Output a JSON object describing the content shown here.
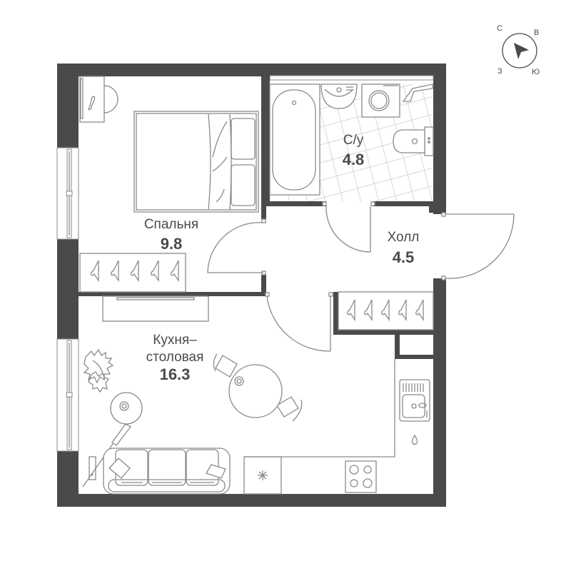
{
  "plan": {
    "rooms": [
      {
        "id": "bedroom",
        "name": "Спальня",
        "area": "9.8"
      },
      {
        "id": "bathroom",
        "name": "С/у",
        "area": "4.8"
      },
      {
        "id": "hall",
        "name": "Холл",
        "area": "4.5"
      },
      {
        "id": "kitchen",
        "name": "Кухня–\nстоловая",
        "name_line1": "Кухня–",
        "name_line2": "столовая",
        "area": "16.3"
      }
    ],
    "compass": {
      "north": "С",
      "east": "В",
      "south": "Ю",
      "west": "З",
      "icon": "compass-arrow-icon"
    },
    "colors": {
      "wall": "#4a4a4a",
      "line": "#8a8a8a",
      "tile": "#d6d6d6",
      "background": "#ffffff"
    }
  }
}
